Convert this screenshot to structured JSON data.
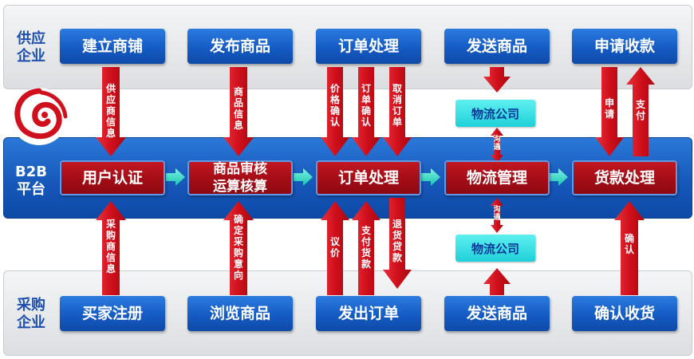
{
  "rows": {
    "supplier_label": "供应\n企业",
    "platform_label": "B2B\n平台",
    "buyer_label": "采购\n企业"
  },
  "supplier_boxes": [
    "建立商铺",
    "发布商品",
    "订单处理",
    "发送商品",
    "申请收款"
  ],
  "platform_boxes": [
    "用户认证",
    "商品审核\n运算核算",
    "订单处理",
    "物流管理",
    "货款处理"
  ],
  "buyer_boxes": [
    "买家注册",
    "浏览商品",
    "发出订单",
    "发送商品",
    "确认收货"
  ],
  "logistics": {
    "top": "物流公司",
    "bottom": "物流公司",
    "top_link": "沟通",
    "bottom_link": "沟通"
  },
  "arrow_labels": {
    "col1_top": "供应商信息",
    "col1_bottom": "采购商信息",
    "col2_top": "商品信息",
    "col2_bottom": "确定采购意向",
    "col3_top_a": "价格确认",
    "col3_top_b": "订单确认",
    "col3_top_c": "取消订单",
    "col3_bottom_a": "议价",
    "col3_bottom_b": "支付货款",
    "col3_bottom_c": "退货贷款",
    "col5_top_a": "申请",
    "col5_top_b": "支付",
    "col5_bottom": "确认"
  },
  "colors": {
    "arrow_red": "#d0101c",
    "box_blue": "#155bc4",
    "box_red": "#a30d16",
    "cyan": "#2fe0e6",
    "teal_arrow": "#2ad4c2"
  }
}
